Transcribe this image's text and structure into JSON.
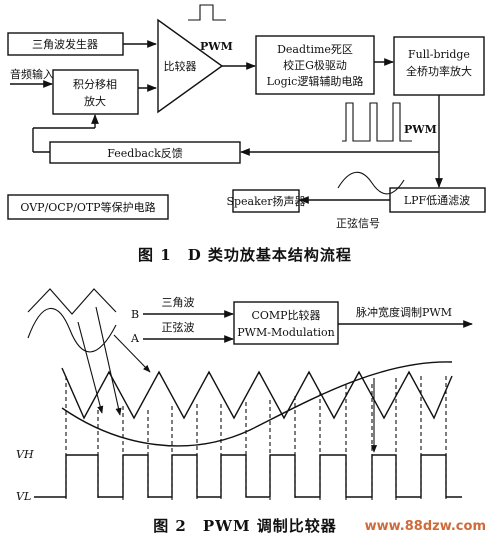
{
  "figure1": {
    "caption": "图 1　D 类功放基本结构流程",
    "blocks": {
      "triangle_gen": "三角波发生器",
      "audio_in": "音频输入",
      "integrator_line1": "积分移相",
      "integrator_line2": "放大",
      "comparator": "比较器",
      "deadtime_line1": "Deadtime死区",
      "deadtime_line2": "校正G极驱动",
      "deadtime_line3": "Logic逻辑辅助电路",
      "fullbridge_line1": "Full-bridge",
      "fullbridge_line2": "全桥功率放大",
      "feedback": "Feedback反馈",
      "protection": "OVP/OCP/OTP等保护电路",
      "speaker": "Speaker扬声器",
      "lpf": "LPF低通滤波"
    },
    "labels": {
      "pwm_top": "PWM",
      "pwm_mid": "PWM",
      "sine_signal": "正弦信号"
    }
  },
  "figure2": {
    "caption": "图 2　PWM 调制比较器",
    "labels": {
      "input_b": "B",
      "input_a": "A",
      "triangle_wave": "三角波",
      "sine_wave": "正弦波",
      "comp_line1": "COMP比较器",
      "comp_line2": "PWM-Modulation",
      "output": "脉冲宽度调制PWM",
      "vh": "VH",
      "vl": "VL"
    }
  },
  "watermark": "www.88dzw.com"
}
